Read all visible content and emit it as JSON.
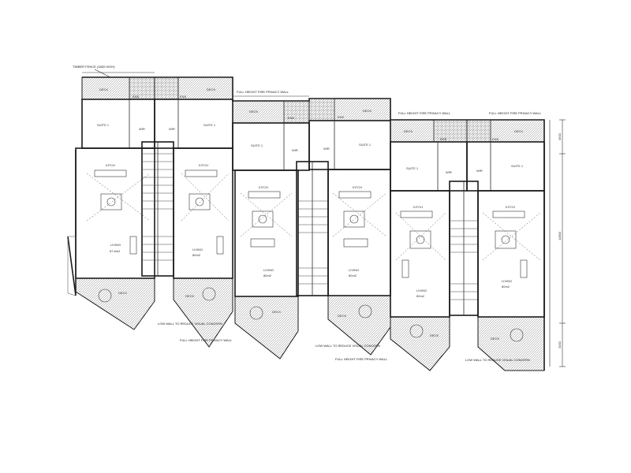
{
  "plan": {
    "notes": {
      "top_left": "TIMBER FENCE (1800 HIGH)",
      "wall_1": "FULL HEIGHT FIRE PRIVACY WALL",
      "wall_2": "FULL HEIGHT FIRE PRIVACY WALL",
      "wall_3": "FULL HEIGHT FIRE PRIVACY WALL",
      "bottom_1": "LOW WALL TO REDUCE VISUAL CONCERN",
      "bottom_2": "FULL HEIGHT FIRE PRIVACY WALL",
      "bottom_3": "LOW WALL TO REDUCE VISUAL CONCERN",
      "bottom_4": "FULL HEIGHT FIRE PRIVACY WALL",
      "bottom_5": "LOW WALL TO REDUCE VISUAL CONCERN"
    },
    "dims": {
      "right_top": "4500",
      "right_mid": "10800",
      "right_bot": "3000"
    },
    "units": [
      {
        "deck_top": "DECK",
        "ens": "ENS",
        "suite": "SUITE 1",
        "wir": "WIR",
        "kitch": "KITCH",
        "living": "LIVING",
        "area": "87.6m2",
        "deck_bot": "DECK"
      },
      {
        "deck_top": "DECK",
        "ens": "ENS",
        "suite": "SUITE 1",
        "wir": "WIR",
        "kitch": "KITCH",
        "living": "LIVING",
        "area": "80m2",
        "deck_bot": "DECK"
      },
      {
        "deck_top": "DECK",
        "ens": "ENS",
        "suite": "SUITE 1",
        "wir": "WIR",
        "kitch": "KITCH",
        "living": "LIVING",
        "area": "80m2",
        "deck_bot": "DECK"
      },
      {
        "deck_top": "DECK",
        "ens": "ENS",
        "suite": "SUITE 1",
        "wir": "WIR",
        "kitch": "KITCH",
        "living": "LIVING",
        "area": "80m2",
        "deck_bot": "DECK"
      },
      {
        "deck_top": "DECK",
        "ens": "ENS",
        "suite": "SUITE 1",
        "wir": "WIR",
        "kitch": "KITCH",
        "living": "LIVING",
        "area": "80m2",
        "deck_bot": "DECK"
      },
      {
        "deck_top": "DECK",
        "ens": "ENS",
        "suite": "SUITE 1",
        "wir": "WIR",
        "kitch": "KITCH",
        "living": "LIVING",
        "area": "80m2",
        "deck_bot": "DECK"
      }
    ]
  }
}
